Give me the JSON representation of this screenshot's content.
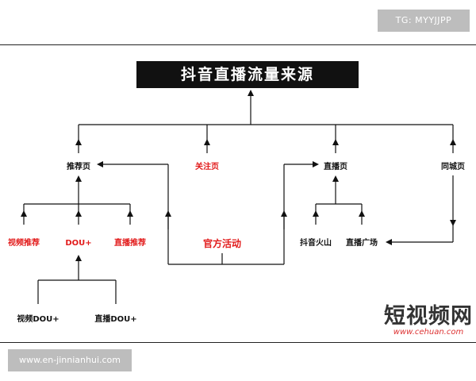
{
  "watermark_top": "TG: MYYJJPP",
  "watermark_bottom": "www.en-jinnianhui.com",
  "diagram": {
    "title": "抖音直播流量来源",
    "center_label": "官方活动",
    "nodes": {
      "tuijian": "推荐页",
      "guanzhu": "关注页",
      "zhibo": "直播页",
      "tongcheng": "同城页",
      "shipin_tuijian": "视频推荐",
      "dou_plus": "DOU+",
      "zhibo_tuijian": "直播推荐",
      "douyin_huoshan": "抖音火山",
      "zhibo_guangchang": "直播广场",
      "shipin_dou": "视频DOU+",
      "zhibo_dou": "直播DOU+"
    },
    "logo": {
      "text": "短视频网",
      "url": "www.cehuan.com"
    }
  }
}
